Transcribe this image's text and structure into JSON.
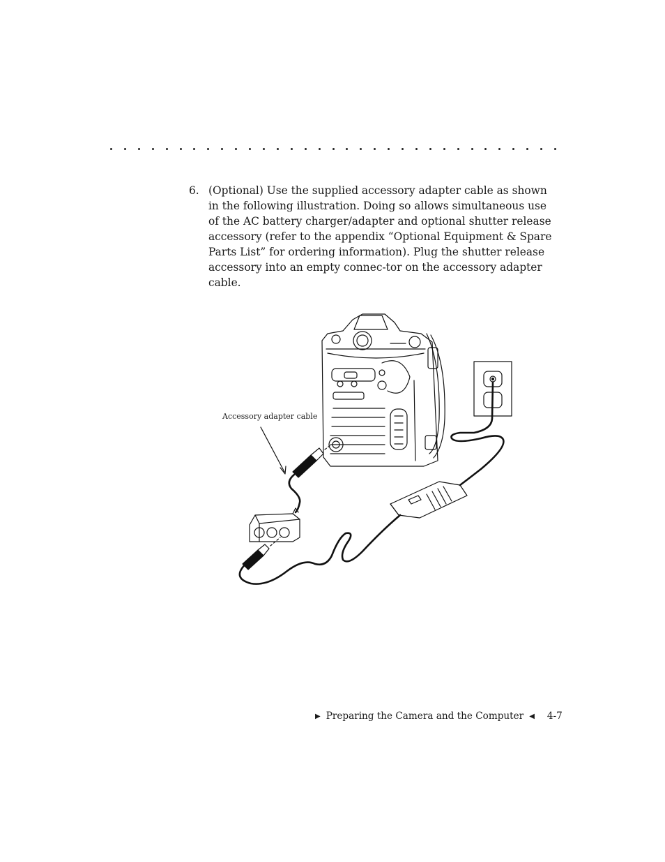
{
  "step": {
    "number": "6.",
    "text": "(Optional) Use the supplied accessory adapter cable as shown in the following illustration. Doing so allows simultaneous use of the AC battery charger/adapter and optional shutter release accessory (refer to the appendix “Optional Equipment & Spare Parts List” for ordering information). Plug the shutter release accessory into an empty connec-tor on the accessory adapter cable."
  },
  "figure": {
    "callout": "Accessory adapter cable"
  },
  "footer": {
    "section": "Preparing the Camera and the Computer",
    "page": "4-7",
    "right_marker_icon": "triangle-right-icon",
    "left_marker_icon": "triangle-left-icon"
  }
}
